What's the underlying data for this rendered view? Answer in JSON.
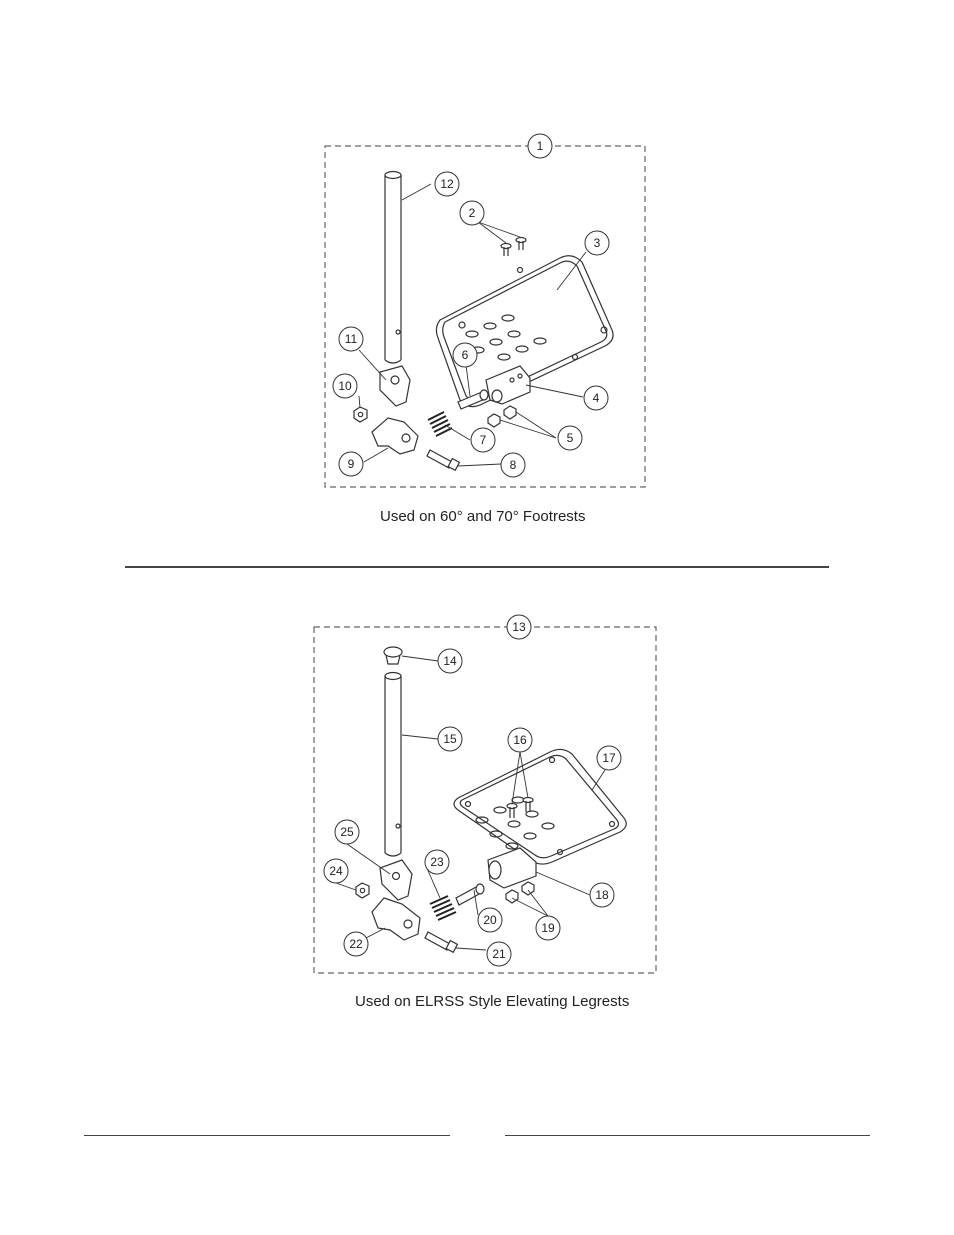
{
  "figure_top": {
    "caption": "Used on 60° and 70° Footrests",
    "callouts": {
      "c1": "1",
      "c2": "2",
      "c3": "3",
      "c4": "4",
      "c5": "5",
      "c6": "6",
      "c7": "7",
      "c8": "8",
      "c9": "9",
      "c10": "10",
      "c11": "11",
      "c12": "12"
    }
  },
  "figure_bottom": {
    "caption": "Used on ELRSS Style Elevating Legrests",
    "callouts": {
      "c13": "13",
      "c14": "14",
      "c15": "15",
      "c16": "16",
      "c17": "17",
      "c18": "18",
      "c19": "19",
      "c20": "20",
      "c21": "21",
      "c22": "22",
      "c23": "23",
      "c24": "24",
      "c25": "25"
    }
  },
  "colors": {
    "line": "#333333",
    "dash": "#666666",
    "spring": "#222222"
  }
}
